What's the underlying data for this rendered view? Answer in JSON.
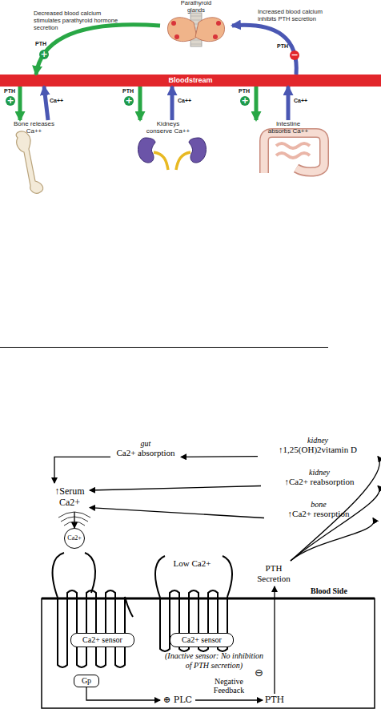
{
  "diagram": {
    "nodes": [
      {
        "text": [
          "Parathyroid glands"
        ]
      },
      {
        "text": [
          "Bloodstream"
        ]
      },
      {
        "text": [
          "Bone releases Ca++"
        ]
      },
      {
        "text": [
          "Kidneys conserve Ca++"
        ]
      },
      {
        "text": [
          "Intestine absorbs Ca++"
        ]
      },
      {
        "text": [
          "gut",
          "Ca2+ absorption"
        ]
      },
      {
        "text": [
          "kidney",
          "↑1,25(OH)2vitamin D"
        ]
      },
      {
        "text": [
          "kidney",
          "↑Ca2+ reabsorption"
        ]
      },
      {
        "text": [
          "↑Serum Ca2+"
        ]
      },
      {
        "text": [
          "bone",
          "↑Ca2+ resorption"
        ]
      },
      {
        "text": [
          "PTH Secretion"
        ]
      },
      {
        "text": [
          "Ca2+"
        ]
      },
      {
        "text": [
          "Ca2+ sensor"
        ]
      },
      {
        "text": [
          "Ca2+ sensor"
        ]
      },
      {
        "text": [
          "Gp"
        ]
      },
      {
        "text": [
          "⊕ PLC"
        ]
      },
      {
        "text": [
          "PTH"
        ]
      }
    ],
    "edges": [
      {
        "from": 0,
        "to": 1,
        "arrow": "to",
        "label": "PTH"
      },
      {
        "from": 1,
        "to": 0,
        "arrow": "to",
        "label": "PTH"
      },
      {
        "from": 1,
        "to": 2,
        "arrow": "to",
        "label": "PTH"
      },
      {
        "from": 2,
        "to": 1,
        "arrow": "to",
        "label": "Ca++"
      },
      {
        "from": 1,
        "to": 3,
        "arrow": "to",
        "label": "PTH"
      },
      {
        "from": 3,
        "to": 1,
        "arrow": "to",
        "label": "Ca++"
      },
      {
        "from": 1,
        "to": 4,
        "arrow": "to",
        "label": "PTH"
      },
      {
        "from": 4,
        "to": 1,
        "arrow": "to",
        "label": "Ca++"
      },
      {
        "from": 6,
        "to": 5,
        "arrow": "to"
      },
      {
        "from": 5,
        "to": 8,
        "arrow": "to"
      },
      {
        "from": 7,
        "to": 8,
        "arrow": "to"
      },
      {
        "from": 9,
        "to": 8,
        "arrow": "to"
      },
      {
        "from": 10,
        "to": 6,
        "arrow": "to"
      },
      {
        "from": 10,
        "to": 7,
        "arrow": "to"
      },
      {
        "from": 10,
        "to": 9,
        "arrow": "to"
      },
      {
        "from": 8,
        "to": 11,
        "arrow": "to"
      },
      {
        "from": 14,
        "to": 15,
        "arrow": "to"
      },
      {
        "from": 15,
        "to": 16,
        "arrow": "to",
        "label": "Negative Feedback"
      },
      {
        "from": 16,
        "to": 10,
        "arrow": "to"
      }
    ],
    "labels": [
      "Decreased blood calcium stimulates parathyroid hormone secretion",
      "Increased blood calcium inhibits PTH secretion",
      "+",
      "−",
      "+",
      "+",
      "+",
      "Low Ca2+",
      "(Inactive sensor: No inhibition of PTH secretion)",
      "Blood Side",
      "⊖"
    ]
  }
}
